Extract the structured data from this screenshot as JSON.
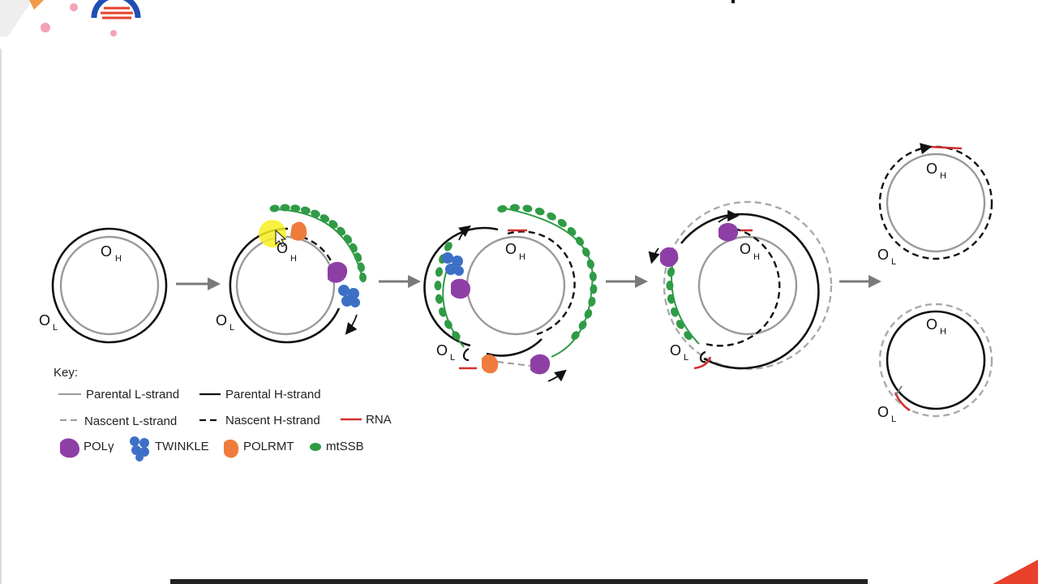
{
  "labels": {
    "ori_heavy": "O",
    "ori_heavy_sub": "H",
    "ori_light": "O",
    "ori_light_sub": "L"
  },
  "key": {
    "title": "Key:",
    "parental_l": "Parental L-strand",
    "parental_h": "Parental H-strand",
    "nascent_l": "Nascent L-strand",
    "nascent_h": "Nascent H-strand",
    "rna": "RNA",
    "polg": "POLγ",
    "twinkle": "TWINKLE",
    "polrmt": "POLRMT",
    "mtssb": "mtSSB"
  },
  "colors": {
    "parental_l": "#9a9a9a",
    "parental_h": "#111111",
    "nascent_l": "#9a9a9a",
    "nascent_h": "#111111",
    "rna": "#d32f2f",
    "polg": "#8e3fa6",
    "twinkle": "#3d6fc6",
    "polrmt": "#ef7c3c",
    "mtssb": "#2f9b45",
    "arrow": "#7a7a7a",
    "highlight": "#f7ef20",
    "logo_blue": "#1f4fb5",
    "logo_red": "#e8412c",
    "logo_pink": "#f4a3b4"
  }
}
